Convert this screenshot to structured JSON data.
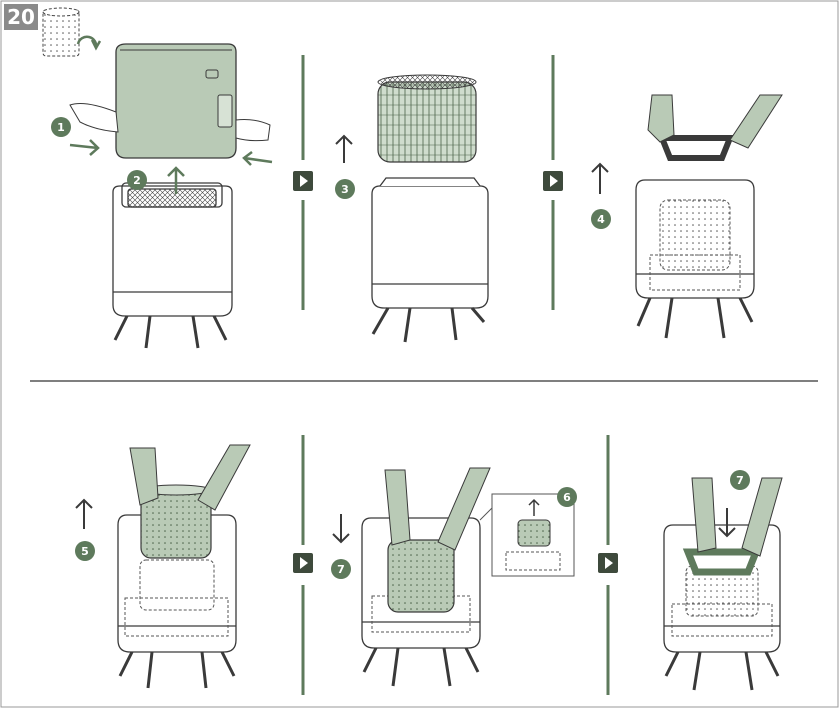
{
  "page": {
    "figure_number": "20"
  },
  "colors": {
    "green": "#5e7a5c",
    "green_fill": "#b9cab6",
    "green_light": "#cfdccd",
    "outline": "#3a3a3a",
    "dash": "#555555",
    "badge_bg": "#8a8a8a",
    "white": "#ffffff"
  },
  "icons": {
    "refresh": "refresh-icon",
    "next": "play-arrow-icon",
    "up": "arrow-up-icon",
    "down": "arrow-down-icon"
  },
  "steps": {
    "s1": "1",
    "s2": "2",
    "s3": "3",
    "s4": "4",
    "s5": "5",
    "s6": "6",
    "s7a": "7",
    "s7b": "7"
  }
}
